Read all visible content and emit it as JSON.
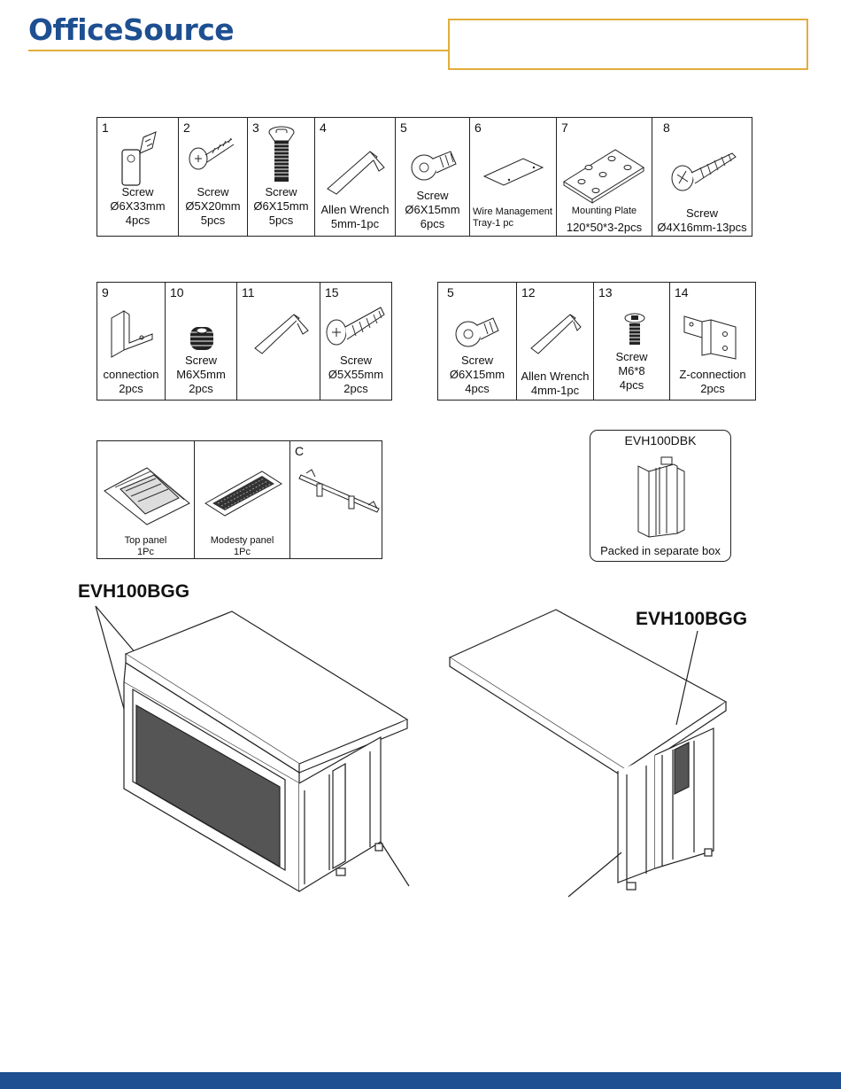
{
  "header": {
    "brand": "OfficeSource",
    "colors": {
      "brand": "#1d4f91",
      "accent": "#e2ad3b"
    }
  },
  "parts_row1": [
    {
      "num": "1",
      "caption": "Screw\nØ6X33mm\n4pcs"
    },
    {
      "num": "2",
      "caption": "Screw\nØ5X20mm\n5pcs"
    },
    {
      "num": "3",
      "caption": "Screw\nØ6X15mm\n5pcs"
    },
    {
      "num": "4",
      "caption": "Allen Wrench\n5mm-1pc"
    },
    {
      "num": "5",
      "caption": "Screw\nØ6X15mm\n6pcs"
    },
    {
      "num": "6",
      "caption": "Wire Management\nTray-1 pc"
    },
    {
      "num": "7",
      "caption_top": "Mounting Plate",
      "caption": "120*50*3-2pcs"
    },
    {
      "num": "8",
      "caption": "Screw\nØ4X16mm-13pcs"
    }
  ],
  "parts_row2a": [
    {
      "num": "9",
      "caption": "connection\n2pcs"
    },
    {
      "num": "10",
      "caption": "Screw\nM6X5mm\n2pcs"
    },
    {
      "num": "11",
      "caption": ""
    },
    {
      "num": "15",
      "caption": "Screw\nØ5X55mm\n2pcs"
    }
  ],
  "parts_row2b": [
    {
      "num": "5",
      "caption": "Screw\nØ6X15mm\n4pcs"
    },
    {
      "num": "12",
      "caption": "Allen Wrench\n4mm-1pc"
    },
    {
      "num": "13",
      "caption": "Screw\nM6*8\n4pcs"
    },
    {
      "num": "14",
      "caption": "Z-connection\n2pcs"
    }
  ],
  "panels": [
    {
      "label": "",
      "caption": "Top panel\n1Pc"
    },
    {
      "label": "",
      "caption": "Modesty panel\n1Pc"
    },
    {
      "label": "C",
      "caption": ""
    }
  ],
  "separate_box": {
    "code": "EVH100DBK",
    "note": "Packed in separate box"
  },
  "assembly": {
    "left_model": "EVH100BGG",
    "right_model": "EVH100BGG"
  }
}
